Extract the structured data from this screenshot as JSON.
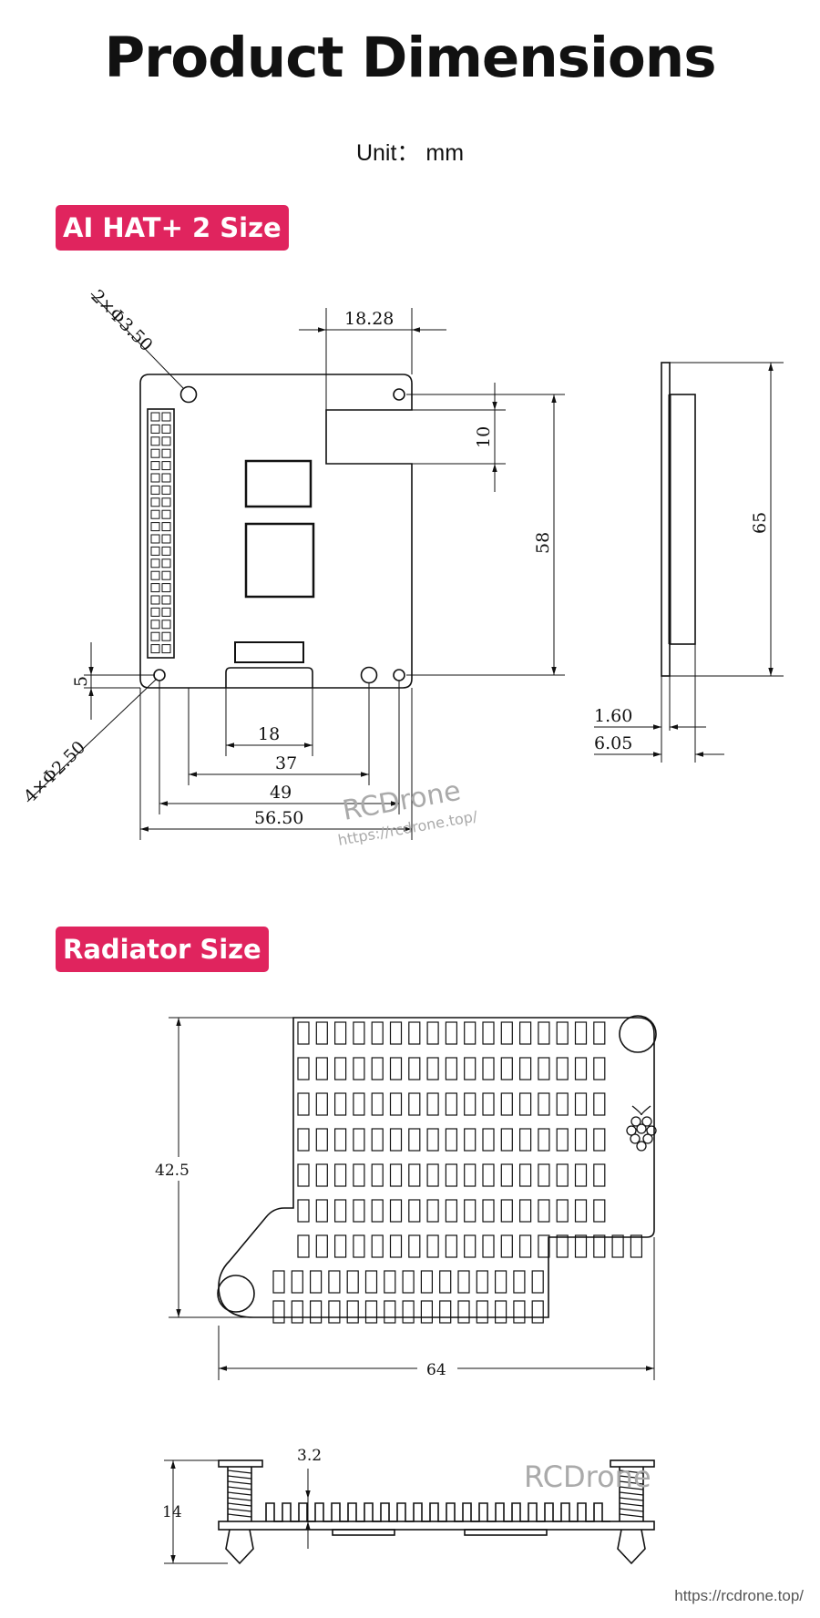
{
  "page": {
    "title": "Product Dimensions",
    "unit": "Unit： mm"
  },
  "sections": {
    "hat": {
      "label": "AI HAT+ 2 Size"
    },
    "radiator": {
      "label": "Radiator Size"
    }
  },
  "hat_dims": {
    "hole_large": "2×Φ3.50",
    "hole_small": "4×Φ2.50",
    "tab_width": "18.28",
    "tab_height": "10",
    "height_58": "58",
    "height_65": "65",
    "edge_5": "5",
    "width_18": "18",
    "width_37": "37",
    "width_49": "49",
    "width_5650": "56.50",
    "thick_160": "1.60",
    "thick_605": "6.05"
  },
  "radiator_dims": {
    "height": "42.5",
    "width": "64",
    "fin_depth": "3.2",
    "total_height": "14"
  },
  "watermark": {
    "brand": "RCDrone",
    "url": "https://rcdrone.top/"
  },
  "colors": {
    "badge": "#e0245e",
    "line": "#111111",
    "watermark": "#aaaaaa"
  },
  "icons": [
    "raspberry-pi-logo-icon"
  ]
}
